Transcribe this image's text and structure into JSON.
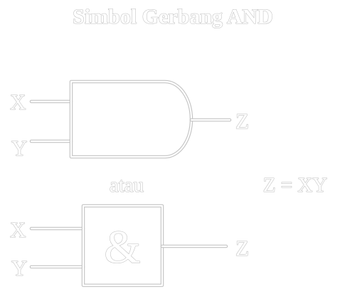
{
  "title": "Simbol Gerbang AND",
  "gate1": {
    "input_a": "X",
    "input_b": "Y",
    "output": "Z"
  },
  "separator": "atau",
  "equation": "Z = XY",
  "gate2": {
    "input_a": "X",
    "input_b": "Y",
    "symbol": "&",
    "output": "Z"
  }
}
